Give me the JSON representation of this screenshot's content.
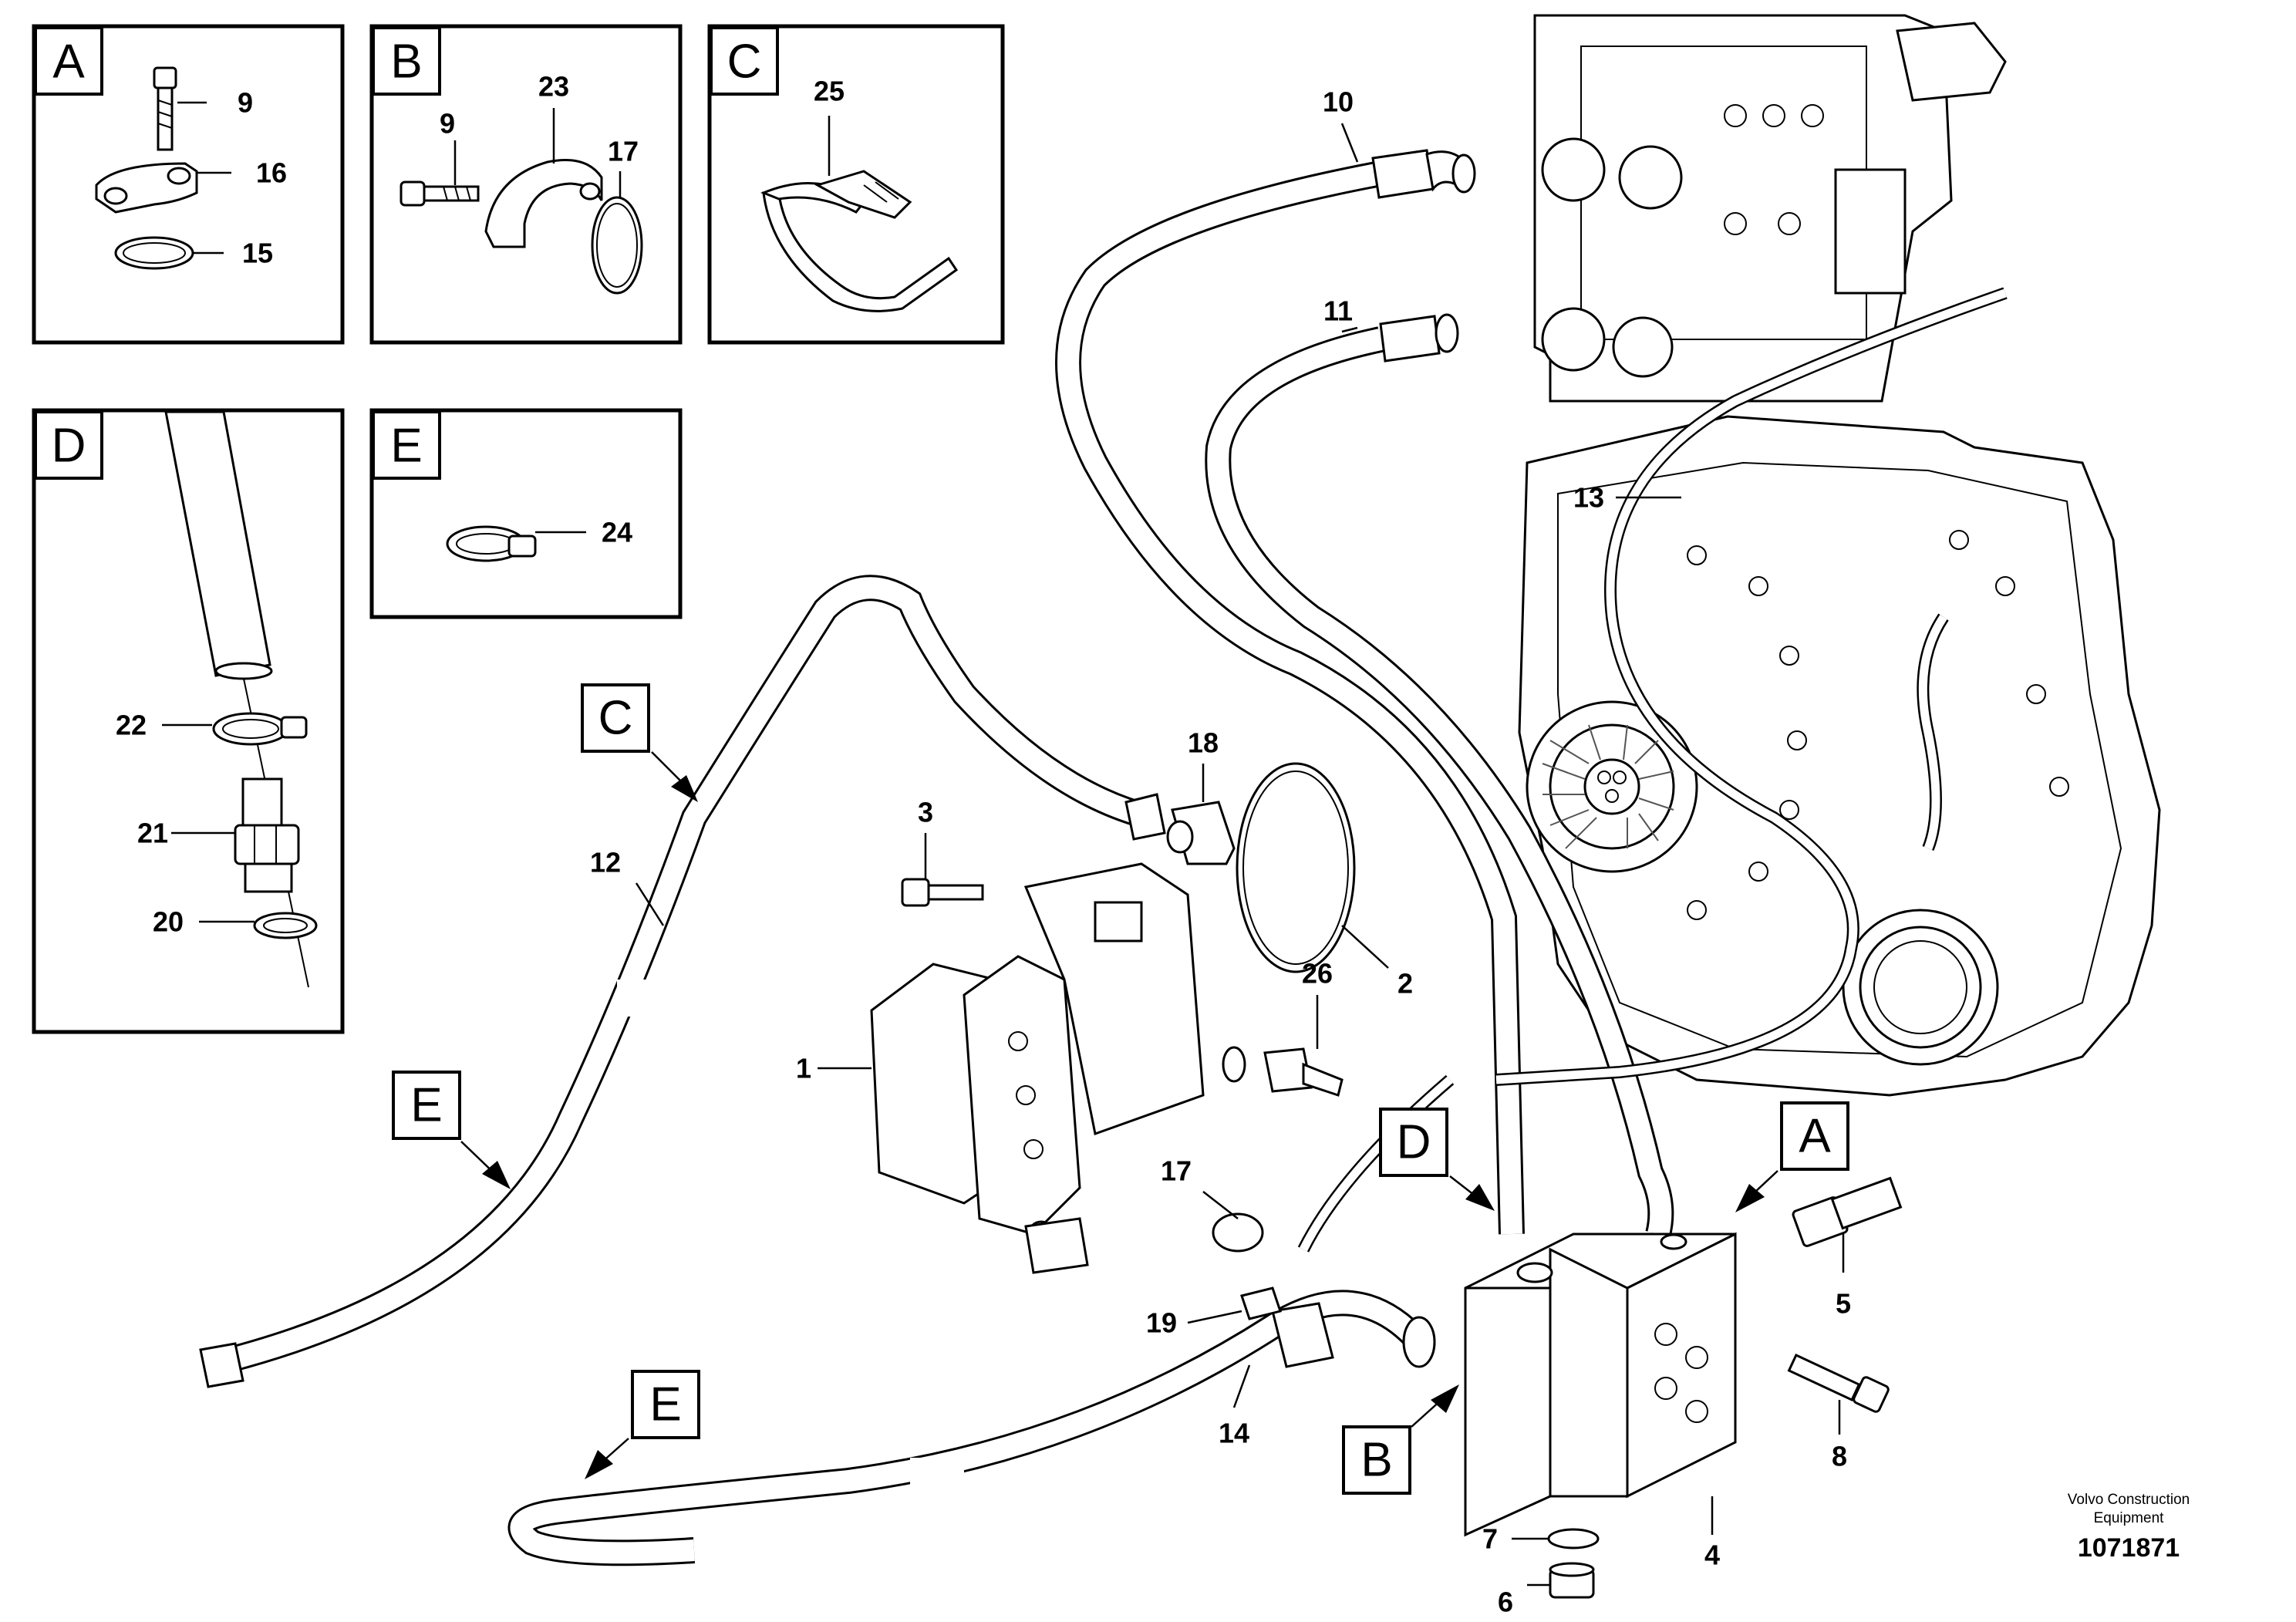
{
  "detail_views": [
    {
      "id": "A",
      "parts": [
        "9",
        "16",
        "15"
      ]
    },
    {
      "id": "B",
      "parts": [
        "23",
        "9",
        "17"
      ]
    },
    {
      "id": "C",
      "parts": [
        "25"
      ]
    },
    {
      "id": "D",
      "parts": [
        "22",
        "21",
        "20"
      ]
    },
    {
      "id": "E",
      "parts": [
        "24"
      ]
    }
  ],
  "callouts": [
    "1",
    "2",
    "3",
    "4",
    "5",
    "6",
    "7",
    "8",
    "10",
    "11",
    "12",
    "13",
    "14",
    "17",
    "18",
    "19",
    "26"
  ],
  "detail_markers": [
    "C",
    "E",
    "E",
    "D",
    "A",
    "B"
  ],
  "footer": {
    "brand_line1": "Volvo Construction",
    "brand_line2": "Equipment",
    "doc_number": "1071871"
  }
}
